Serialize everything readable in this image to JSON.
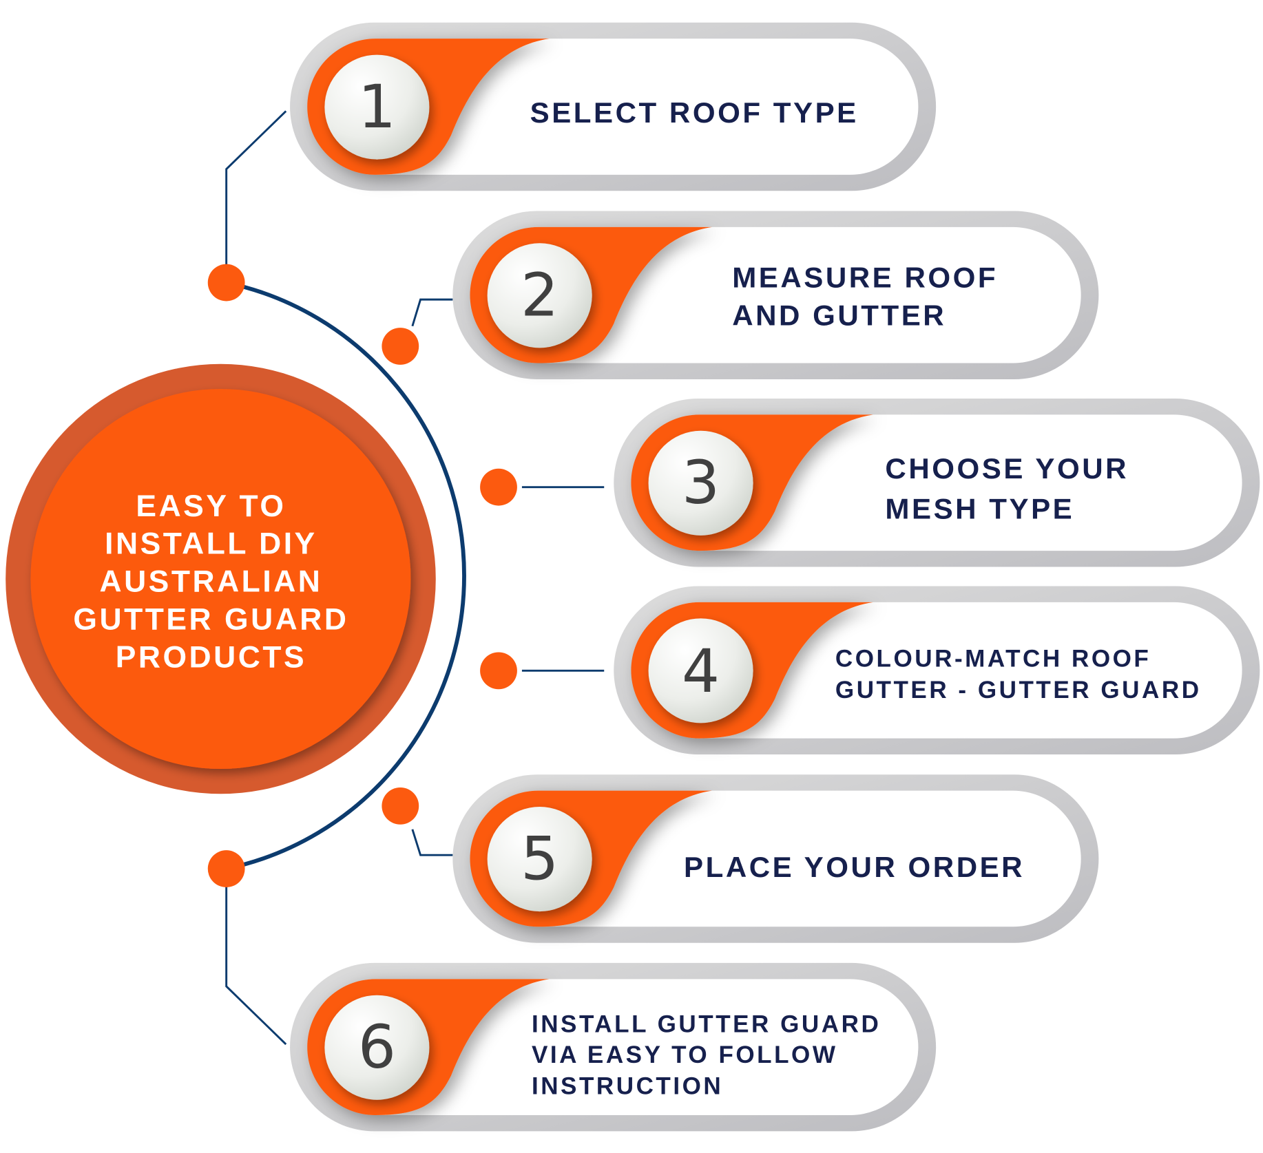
{
  "center": {
    "lines": [
      "EASY TO",
      "INSTALL DIY",
      "AUSTRALIAN",
      "GUTTER GUARD",
      "PRODUCTS"
    ]
  },
  "steps": [
    {
      "number": "1",
      "lines": [
        "SELECT ROOF TYPE"
      ]
    },
    {
      "number": "2",
      "lines": [
        "MEASURE ROOF",
        "AND GUTTER"
      ]
    },
    {
      "number": "3",
      "lines": [
        "CHOOSE YOUR",
        "MESH TYPE"
      ]
    },
    {
      "number": "4",
      "lines": [
        "COLOUR-MATCH ROOF",
        "GUTTER - GUTTER GUARD"
      ]
    },
    {
      "number": "5",
      "lines": [
        "PLACE YOUR ORDER"
      ]
    },
    {
      "number": "6",
      "lines": [
        "INSTALL GUTTER GUARD",
        "VIA EASY TO FOLLOW",
        "INSTRUCTION"
      ]
    }
  ],
  "colors": {
    "orange": "#fc5a0f",
    "orange_dark": "#d65a2e",
    "navy": "#0c3b6e",
    "text": "#16204d",
    "pill_gray": "#cfcfd1"
  }
}
